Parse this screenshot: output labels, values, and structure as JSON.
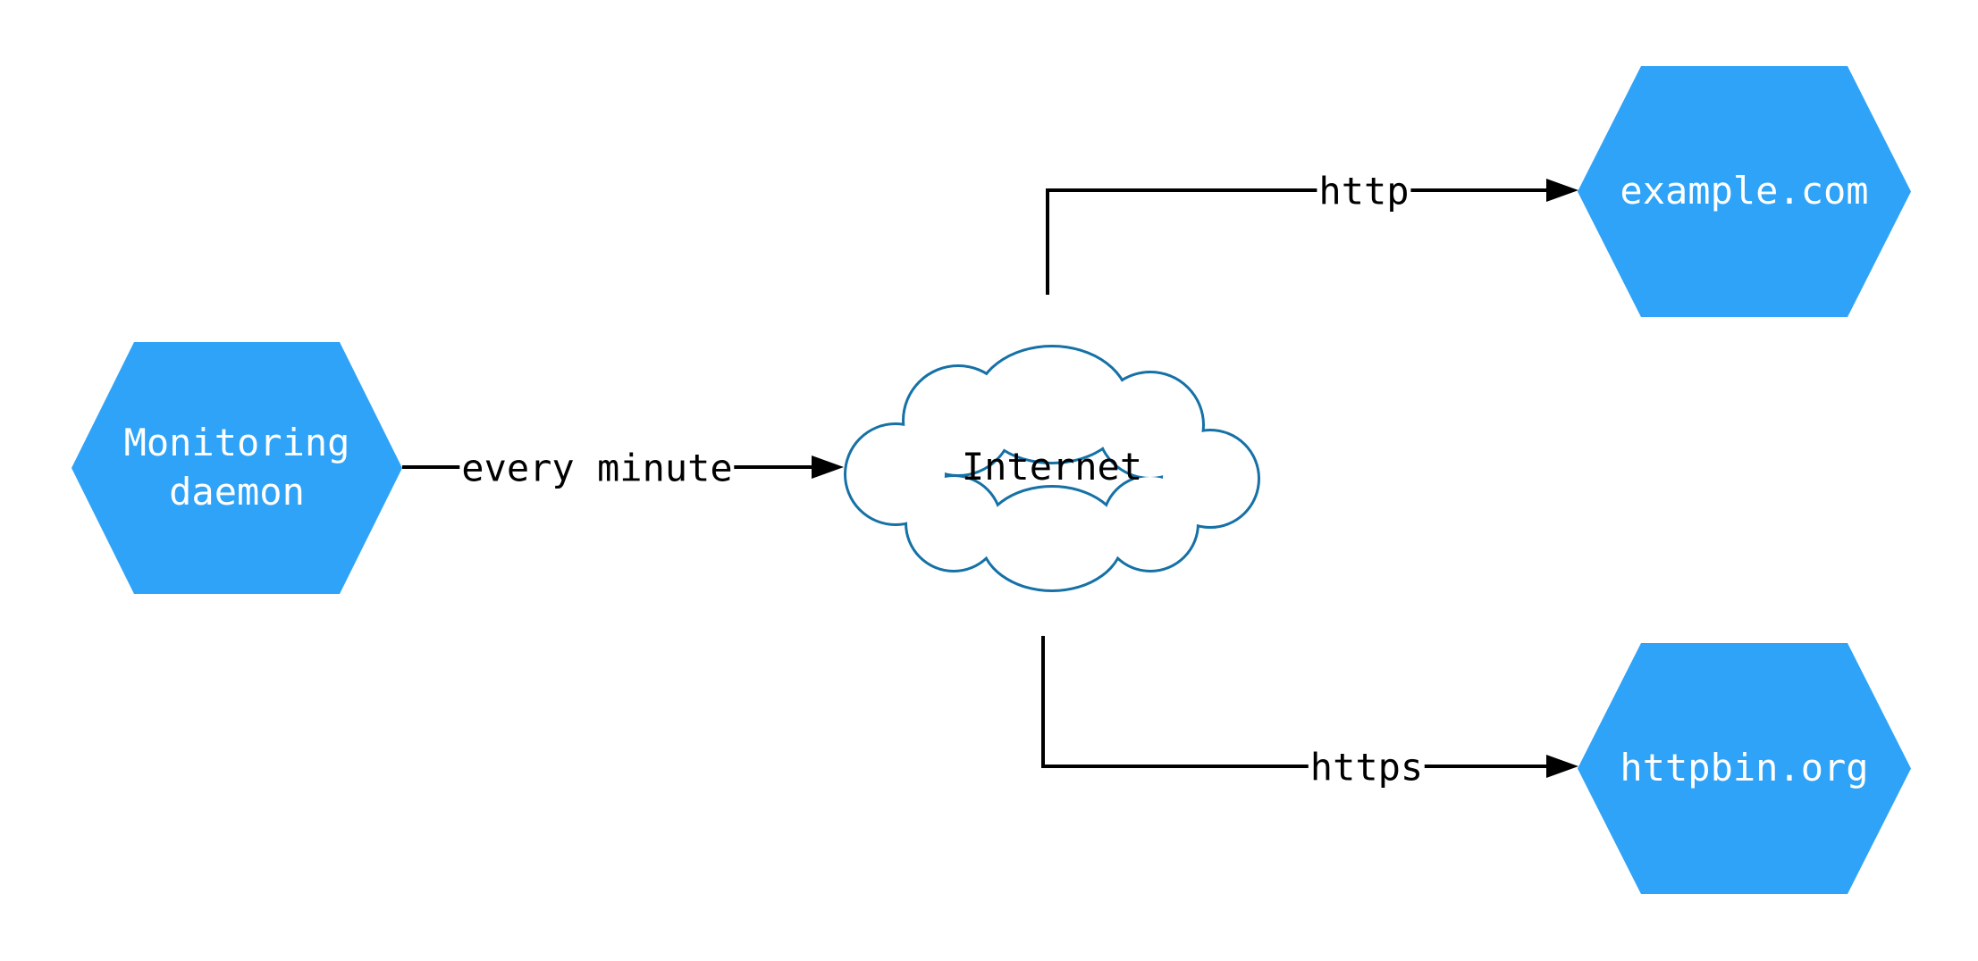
{
  "diagram": {
    "style": {
      "background": "#FFFFFF",
      "node_fill": "#2FA3F7",
      "node_text_color": "#FFFFFF",
      "cloud_stroke": "#1571A6",
      "cloud_fill": "#FFFFFF",
      "edge_color": "#000000"
    },
    "nodes": {
      "monitoring_daemon": {
        "shape": "hexagon",
        "label": "Monitoring daemon"
      },
      "internet": {
        "shape": "cloud",
        "label": "Internet"
      },
      "example_com": {
        "shape": "hexagon",
        "label": "example.com"
      },
      "httpbin_org": {
        "shape": "hexagon",
        "label": "httpbin.org"
      }
    },
    "edges": {
      "every_minute": {
        "from": "monitoring_daemon",
        "to": "internet",
        "label": "every minute"
      },
      "http": {
        "from": "internet",
        "to": "example_com",
        "label": "http"
      },
      "https": {
        "from": "internet",
        "to": "httpbin_org",
        "label": "https"
      }
    }
  }
}
